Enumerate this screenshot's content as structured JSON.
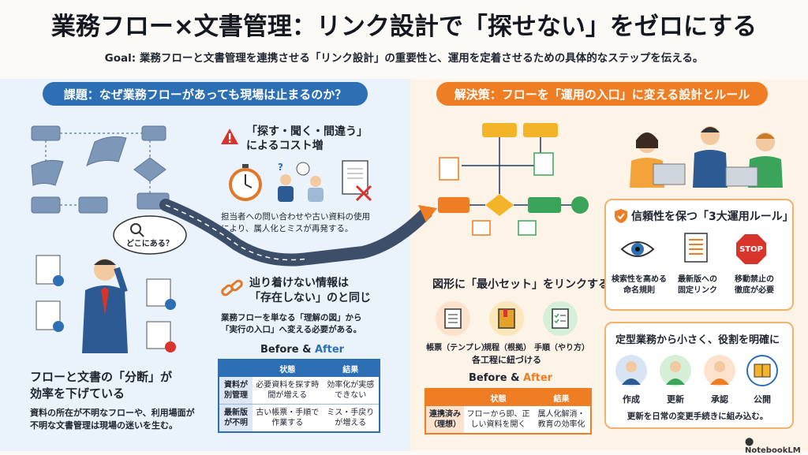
{
  "title": "業務フロー×文書管理：リンク設計で「探せない」をゼロにする",
  "goal": "Goal: 業務フローと文書管理を連携させる「リンク設計」の重要性と、運用を定着させるための具体的なステップを伝える。",
  "left": {
    "header": "課題：なぜ業務フローがあっても現場は止まるのか？",
    "cost_title_1": "「探す・聞く・間違う」",
    "cost_title_2": "によるコスト増",
    "cost_desc_1": "担当者への問い合わせや古い資料の使用",
    "cost_desc_2": "により、属人化とミスが再発する。",
    "bubble": "どこにある？",
    "split_title_1": "フローと文書の「分断」が",
    "split_title_2": "効率を下げている",
    "split_desc_1": "資料の所在が不明なフローや、利用場面が",
    "split_desc_2": "不明な文書管理は現場の迷いを生む。",
    "unreach_title_1": "辿り着けない情報は",
    "unreach_title_2": "「存在しない」のと同じ",
    "unreach_desc_1": "業務フローを単なる「理解の図」から",
    "unreach_desc_2": "「実行の入口」へ変える必要がある。",
    "ba_title_before": "Before & ",
    "ba_title_after": "After",
    "ba_headers": [
      "状態",
      "結果"
    ],
    "ba_rows": [
      {
        "label": "資料が別管理",
        "state": "必要資料を探す時間が増える",
        "result": "効率化が実感できない"
      },
      {
        "label": "最新版が不明",
        "state": "古い帳票・手順で作業する",
        "result": "ミス・手戻りが増える"
      }
    ]
  },
  "right": {
    "header": "解決策：フローを「運用の入口」に変える設計とルール",
    "link_title": "図形に「最小セット」をリンクする",
    "link_items": [
      "帳票（テンプレ）",
      "規程（根拠）",
      "手順（やり方）"
    ],
    "link_caption": "各工程に紐づける",
    "rules_title": "信頼性を保つ「3大運用ルール」",
    "rules": [
      {
        "icon": "eye-icon",
        "line1": "検索性を高める",
        "line2": "命名規則"
      },
      {
        "icon": "document-icon",
        "line1": "最新版への",
        "line2": "固定リンク"
      },
      {
        "icon": "stop-icon",
        "line1": "移動禁止の",
        "line2": "徹底が必要"
      }
    ],
    "roles_title": "定型業務から小さく、役割を明確に",
    "roles": [
      "作成",
      "更新",
      "承認",
      "公開"
    ],
    "roles_caption": "更新を日常の変更手続きに組み込む。",
    "ba_title_before": "Before & ",
    "ba_title_after": "After",
    "ba_headers": [
      "状態",
      "結果"
    ],
    "ba_rows": [
      {
        "label": "連携済み（理想）",
        "state": "フローから即、正しい資料を開く",
        "result": "属人化解消・教育の効率化"
      }
    ]
  },
  "stop_label": "STOP",
  "brand": "NotebookLM",
  "colors": {
    "blue": "#2c6fb5",
    "orange": "#ef7d23",
    "green": "#3aa55a",
    "red": "#d9342b"
  }
}
